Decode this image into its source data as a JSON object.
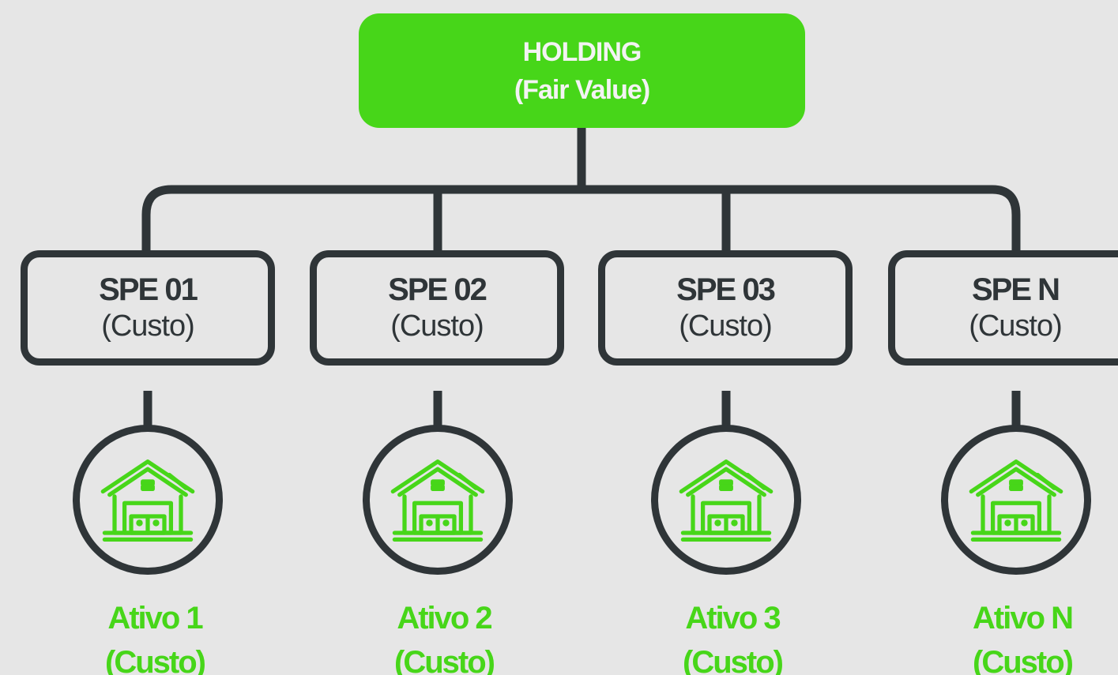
{
  "holding": {
    "title": "HOLDING",
    "subtitle": "(Fair Value)"
  },
  "spes": [
    {
      "title": "SPE 01",
      "subtitle": "(Custo)"
    },
    {
      "title": "SPE 02",
      "subtitle": "(Custo)"
    },
    {
      "title": "SPE 03",
      "subtitle": "(Custo)"
    },
    {
      "title": "SPE N",
      "subtitle": "(Custo)"
    }
  ],
  "assets": [
    {
      "title": "Ativo 1",
      "subtitle": "(Custo)",
      "icon": "warehouse-icon"
    },
    {
      "title": "Ativo 2",
      "subtitle": "(Custo)",
      "icon": "warehouse-icon"
    },
    {
      "title": "Ativo 3",
      "subtitle": "(Custo)",
      "icon": "warehouse-icon"
    },
    {
      "title": "Ativo N",
      "subtitle": "(Custo)",
      "icon": "warehouse-icon"
    }
  ],
  "colors": {
    "background": "#e6e6e6",
    "accent": "#47d619",
    "line": "#2f3538",
    "holding_text": "#f3f3f3"
  }
}
